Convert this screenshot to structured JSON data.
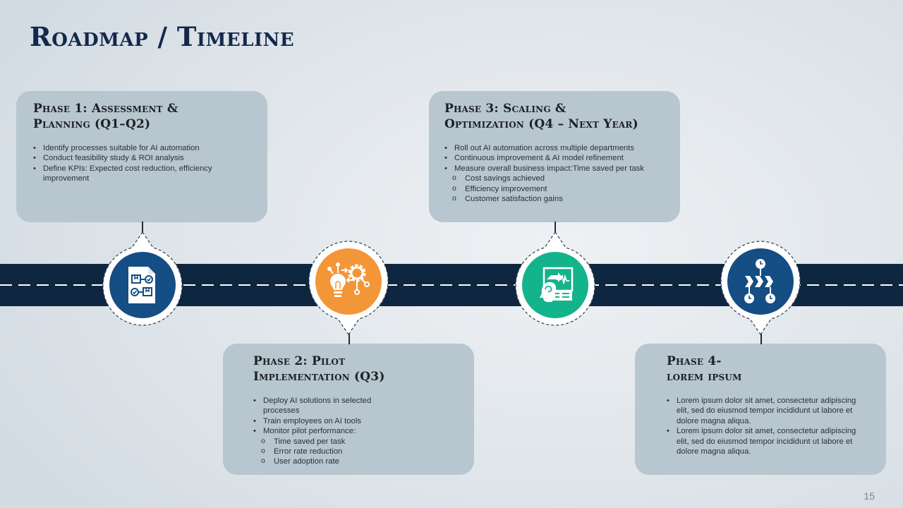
{
  "title": "Roadmap / Timeline",
  "page_number": "15",
  "colors": {
    "title": "#13294b",
    "road": "#0f2640",
    "card_bg": "#b7c6cf",
    "phase1_badge": "#154d85",
    "phase2_badge": "#f39638",
    "phase3_badge": "#13b38b",
    "phase4_badge": "#154d85"
  },
  "phases": [
    {
      "title_line1": "Phase 1: Assessment &",
      "title_line2": "Planning (Q1–Q2)",
      "icon": "checklist-workflow-icon",
      "items": [
        {
          "type": "bullet",
          "text": "Identify processes suitable for AI automation"
        },
        {
          "type": "bullet",
          "text": "Conduct feasibility study & ROI analysis"
        },
        {
          "type": "bullet",
          "text": "Define KPIs: Expected cost reduction, efficiency improvement"
        }
      ]
    },
    {
      "title_line1": "Phase 2: Pilot",
      "title_line2": "Implementation (Q3)",
      "icon": "idea-gear-icon",
      "items": [
        {
          "type": "bullet",
          "text": "Deploy AI solutions in selected processes"
        },
        {
          "type": "bullet",
          "text": "Train employees on AI tools"
        },
        {
          "type": "bullet",
          "text": "Monitor pilot performance:"
        },
        {
          "type": "sub",
          "text": "Time saved per task"
        },
        {
          "type": "sub",
          "text": "Error rate reduction"
        },
        {
          "type": "sub",
          "text": "User adoption rate"
        }
      ]
    },
    {
      "title_line1": "Phase 3: Scaling &",
      "title_line2": "Optimization (Q4 – Next Year)",
      "icon": "ai-head-analytics-icon",
      "items": [
        {
          "type": "bullet",
          "text": "Roll out AI automation across multiple departments"
        },
        {
          "type": "bullet",
          "text": "Continuous improvement & AI model refinement"
        },
        {
          "type": "bullet",
          "text": "Measure overall business impact:Time saved per task"
        },
        {
          "type": "sub",
          "text": "Cost savings achieved"
        },
        {
          "type": "sub",
          "text": "Efficiency improvement"
        },
        {
          "type": "sub",
          "text": "Customer satisfaction gains"
        }
      ]
    },
    {
      "title_line1": "Phase 4-",
      "title_line2": "lorem ipsum",
      "icon": "process-timeline-icon",
      "items": [
        {
          "type": "bullet",
          "text": "Lorem ipsum dolor sit amet, consectetur adipiscing elit, sed do eiusmod tempor incididunt ut labore et dolore magna aliqua."
        },
        {
          "type": "bullet",
          "text": "Lorem ipsum dolor sit amet, consectetur adipiscing elit, sed do eiusmod tempor incididunt ut labore et dolore magna aliqua."
        }
      ]
    }
  ]
}
